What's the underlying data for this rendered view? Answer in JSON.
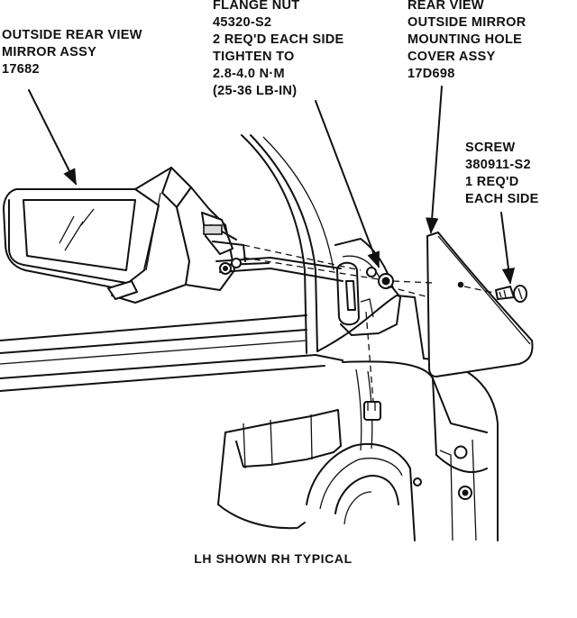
{
  "labels": {
    "mirror": [
      "OUTSIDE REAR VIEW",
      "MIRROR ASSY",
      "17682"
    ],
    "nut": [
      "FLANGE NUT",
      "45320-S2",
      "2 REQ'D EACH SIDE",
      "TIGHTEN TO",
      "2.8-4.0 N·m",
      "(25-36 LB-IN)"
    ],
    "cover": [
      "REAR VIEW",
      "OUTSIDE MIRROR",
      "MOUNTING HOLE",
      "COVER ASSY",
      "17D698"
    ],
    "screw": [
      "SCREW",
      "380911-S2",
      "1 REQ'D",
      "EACH SIDE"
    ]
  },
  "caption": "LH SHOWN RH TYPICAL"
}
